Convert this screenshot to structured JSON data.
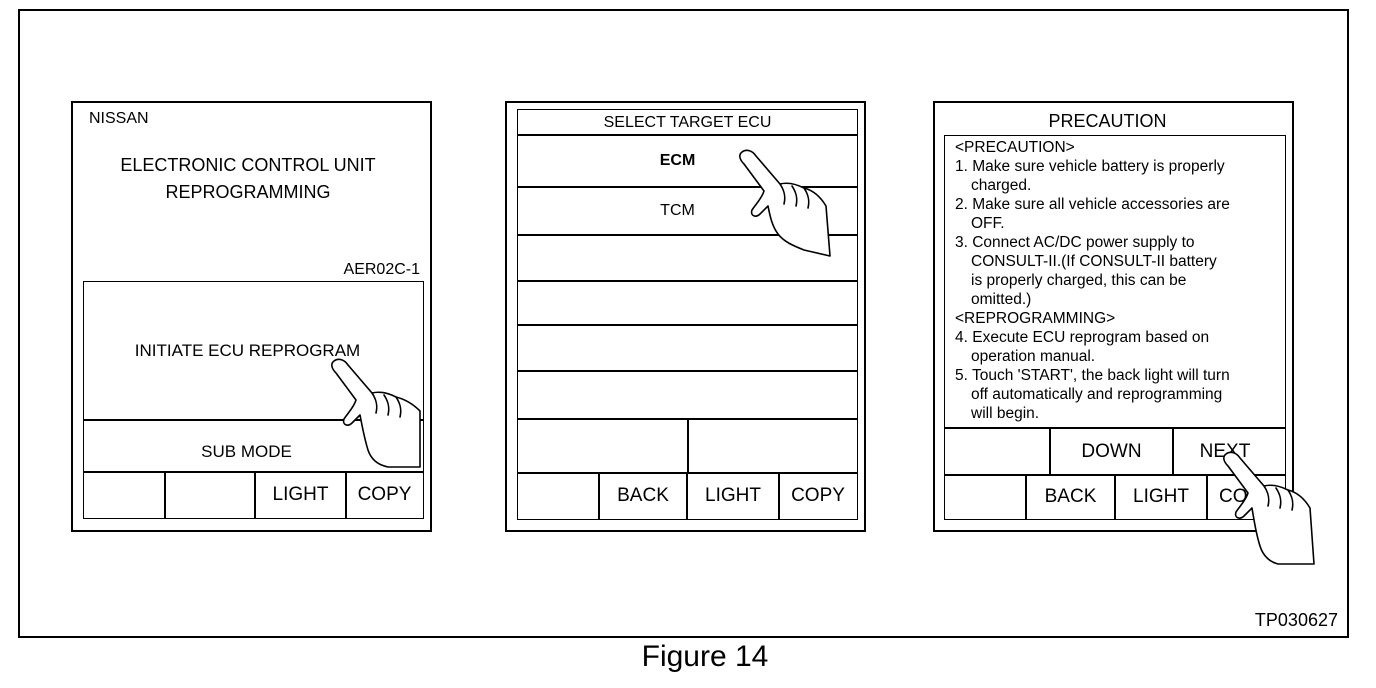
{
  "caption": "Figure 14",
  "figure_code": "TP030627",
  "screen1": {
    "brand": "NISSAN",
    "title_line1": "ELECTRONIC CONTROL UNIT",
    "title_line2": "REPROGRAMMING",
    "version": "AER02C-1",
    "initiate_label": "INITIATE ECU REPROGRAM",
    "submode_label": "SUB MODE",
    "light_label": "LIGHT",
    "copy_label": "COPY"
  },
  "screen2": {
    "title": "SELECT TARGET ECU",
    "items": [
      "ECM",
      "TCM"
    ],
    "back_label": "BACK",
    "light_label": "LIGHT",
    "copy_label": "COPY"
  },
  "screen3": {
    "title": "PRECAUTION",
    "lines": [
      "<PRECAUTION>",
      "1. Make sure vehicle battery is properly",
      "   charged.",
      "2. Make sure all vehicle accessories are",
      "   OFF.",
      "3. Connect AC/DC power supply to",
      "   CONSULT-II.(If CONSULT-II battery",
      "   is properly charged, this can be",
      "   omitted.)",
      "<REPROGRAMMING>",
      "4. Execute ECU reprogram based on",
      "   operation manual.",
      "5. Touch 'START', the back light will turn",
      "   off automatically and reprogramming",
      "   will begin."
    ],
    "down_label": "DOWN",
    "next_label": "NEXT",
    "back_label": "BACK",
    "light_label": "LIGHT",
    "copy_label": "CO"
  }
}
